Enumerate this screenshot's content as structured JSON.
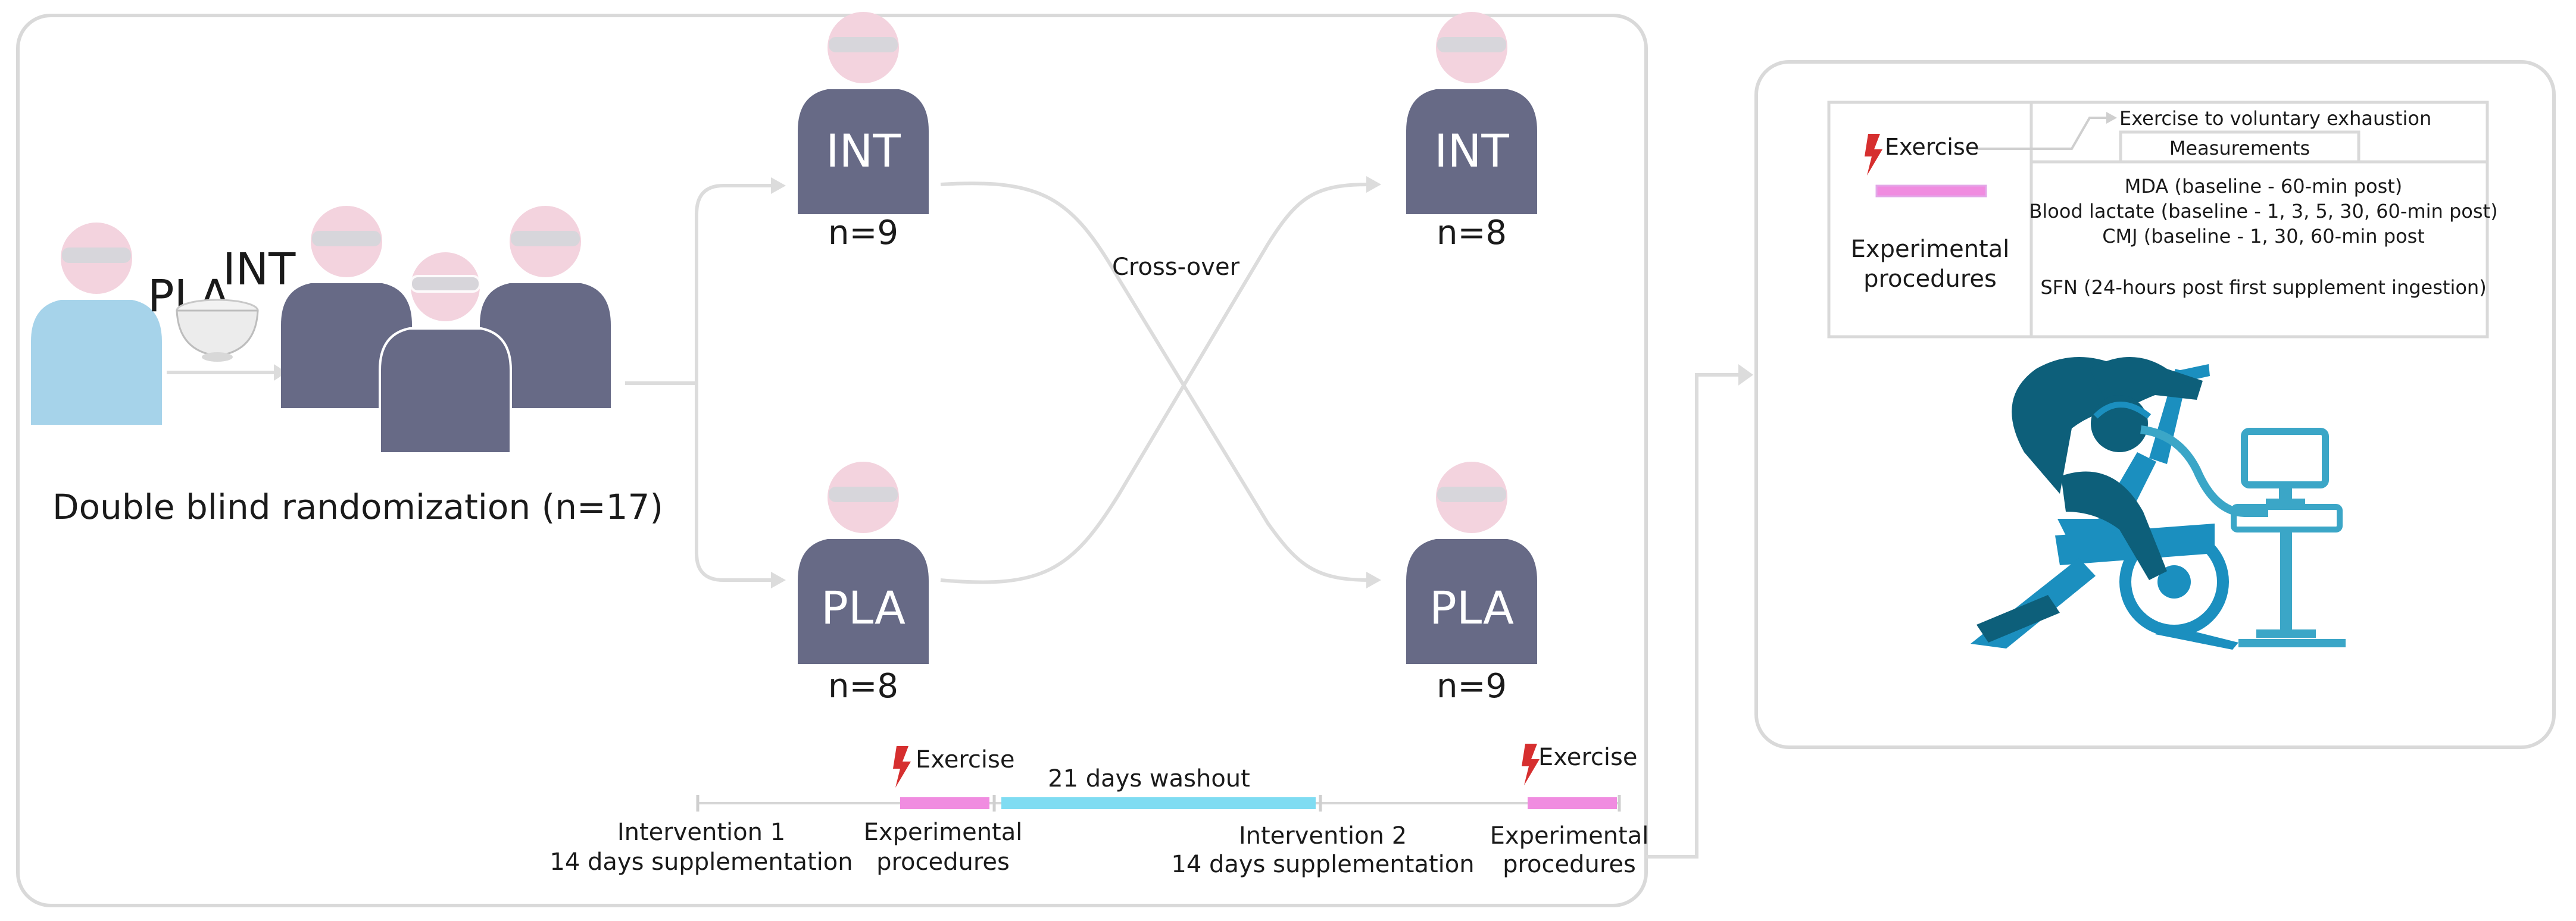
{
  "groups": {
    "pla_label": "PLA",
    "int_label": "INT",
    "randomization": "Double blind randomization (n=17)",
    "int_1": {
      "label": "INT",
      "n": "n=9"
    },
    "pla_1": {
      "label": "PLA",
      "n": "n=8"
    },
    "int_2": {
      "label": "INT",
      "n": "n=8"
    },
    "pla_2": {
      "label": "PLA",
      "n": "n=9"
    },
    "crossover": "Cross-over"
  },
  "timeline": {
    "intervention1": [
      "Intervention 1",
      "14 days supplementation"
    ],
    "exercise1": "Exercise",
    "procedures1": [
      "Experimental",
      "procedures"
    ],
    "washout": "21 days washout",
    "intervention2": [
      "Intervention 2",
      "14 days supplementation"
    ],
    "exercise2": "Exercise",
    "procedures2": [
      "Experimental",
      "procedures"
    ]
  },
  "protocol": {
    "exercise_label": "Exercise",
    "procedures": [
      "Experimental",
      "procedures"
    ],
    "exhaustion": "Exercise to voluntary exhaustion",
    "measurements_header": "Measurements",
    "measurements": [
      "MDA (baseline - 60-min post)",
      "Blood lactate (baseline - 1, 3, 5, 30, 60-min post)",
      "CMJ (baseline - 1, 30, 60-min post",
      "SFN (24-hours post first supplement ingestion)"
    ]
  },
  "colors": {
    "person_dark": "#676a86",
    "person_light": "#a6d3ea",
    "head": "#f3d3de",
    "visor": "#d4d6da",
    "connector": "#dcdcdc",
    "washout_bar": "#7fdcf2",
    "procedure_bar": "#f08ce0",
    "lightning": "#d62f2f",
    "cyclist_dark": "#0d5f7a",
    "cyclist_blue": "#1b8fbf",
    "monitor": "#3ba6c7",
    "frame": "#d9d9d9"
  },
  "icons": [
    "person-icon",
    "supplement-bowl-icon",
    "lightning-icon",
    "cyclist-ergometer-icon",
    "monitor-icon"
  ]
}
